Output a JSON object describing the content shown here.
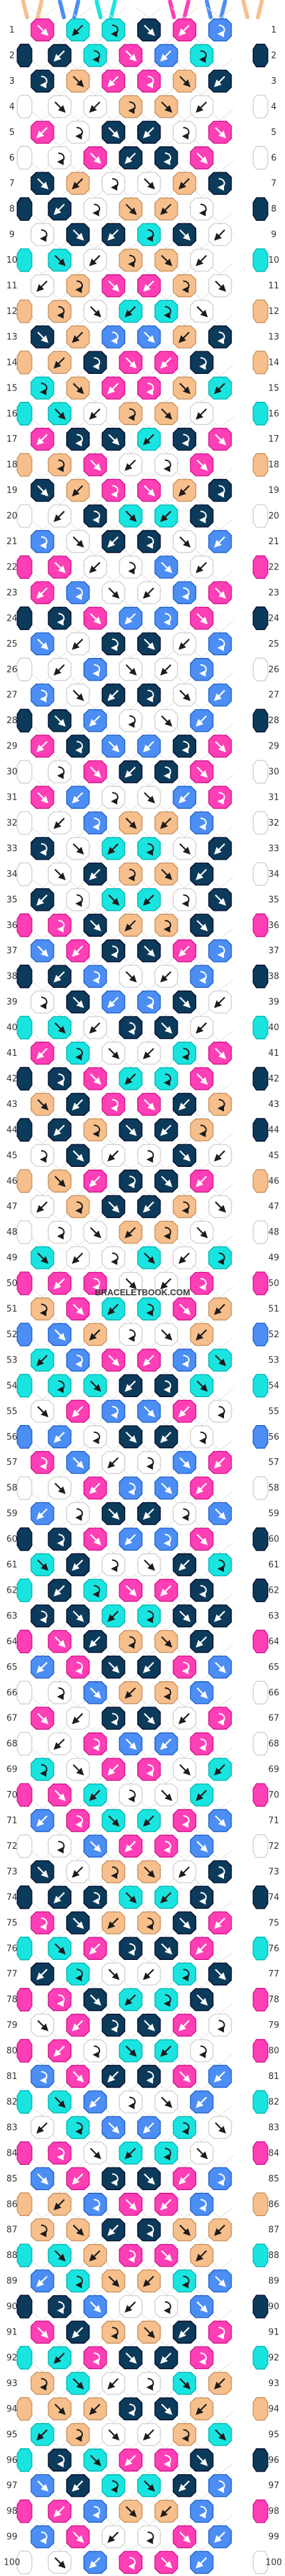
{
  "pattern": {
    "strings": 14,
    "rows": 100,
    "palette": {
      "A": "#f6bf8c",
      "B": "#4d8ef5",
      "C": "#1ae4e0",
      "D": "#ffffff",
      "E": "#ff3fb6",
      "F": "#0c3a5a"
    },
    "string_colors": [
      "A",
      "A",
      "B",
      "B",
      "C",
      "C",
      "D",
      "D",
      "E",
      "E",
      "B",
      "B",
      "A",
      "A"
    ],
    "row_numbers": [
      1,
      2,
      3,
      4,
      5,
      6,
      7,
      8,
      9,
      10,
      11,
      12,
      13,
      14,
      15,
      16,
      17,
      18,
      19,
      20,
      21,
      22,
      23,
      24,
      25,
      26,
      27,
      28,
      29,
      30,
      31,
      32,
      33,
      34,
      35,
      36,
      37,
      38,
      39,
      40,
      41,
      42,
      43,
      44,
      45,
      46,
      47,
      48,
      49,
      50,
      51,
      52,
      53,
      54,
      55,
      56,
      57,
      58,
      59,
      60,
      61,
      62,
      63,
      64,
      65,
      66,
      67,
      68,
      69,
      70,
      71,
      72,
      73,
      74,
      75,
      76,
      77,
      78,
      79,
      80,
      81,
      82,
      83,
      84,
      85,
      86,
      87,
      88,
      89,
      90,
      91,
      92,
      93,
      94,
      95,
      96,
      97,
      98,
      99,
      100
    ],
    "knot_rows": [
      "ECCFEB",
      "FCEBCF",
      "FAEEAF",
      "DDAADD",
      "EDFFDE",
      "DEFFED",
      "FADDAF",
      "FDAADF",
      "DFFCFD",
      "CDAADC",
      "DAEEAD",
      "ADCCDA",
      "FABBAF",
      "AFEEFA",
      "CAEEAC",
      "CDAADC",
      "EFFCFE",
      "AEDDEA",
      "FAEEAF",
      "DFCCFD",
      "BDFFDB",
      "EDDBDE",
      "EBDDBE",
      "FEBBEF",
      "BDFFDB",
      "DBDDBD",
      "BDFFDB",
      "FBDDBF",
      "EFBBFE",
      "DEFFED",
      "EBDDBE",
      "DBAABD",
      "FDCCDF",
      "DFAAFD",
      "FDCCDF",
      "EFAAFE",
      "BEFFEB",
      "FBDDBF",
      "DFBBFD",
      "CDFFDC",
      "ECDDCE",
      "FECCEF",
      "AFEEFA",
      "FAFFAF",
      "DFDDFD",
      "AEFFEA",
      "DAFFAD",
      "DDAADD",
      "CDDCDC",
      "EEDDEE",
      "AECCEA",
      "BADDAB",
      "CBEEBC",
      "CCFFCC",
      "DEBBED",
      "BDFFDB",
      "EBDDBE",
      "DEBBED",
      "BDFFDB",
      "FEBBEF",
      "CFDDFC",
      "FCEEFC",
      "FFCCFF",
      "EFAAFE",
      "BEFFEB",
      "DBAABD",
      "EDFFDE",
      "DEBBED",
      "CDEEDC",
      "ECDDCE",
      "BECCEB",
      "DBEEBD",
      "FDAADF",
      "FFCCFF",
      "EFAAFE",
      "CEFFEC",
      "FCDDCF",
      "EFCCFE",
      "DEFFED",
      "EDCCDE",
      "BEFFEB",
      "CBDDBC",
      "DCBBCD",
      "EDCCDE",
      "BEFFEB",
      "ABEEBA",
      "AAFFAA",
      "CAEEAC",
      "BCAACB",
      "FBDDBF",
      "EFAAFE",
      "CEFFEC",
      "ACDDCA",
      "AAFFAA",
      "CADDAC",
      "FCEEFC",
      "BFCCFB",
      "EBAABE",
      "BEDDEB",
      "DBEEBD"
    ]
  }
}
